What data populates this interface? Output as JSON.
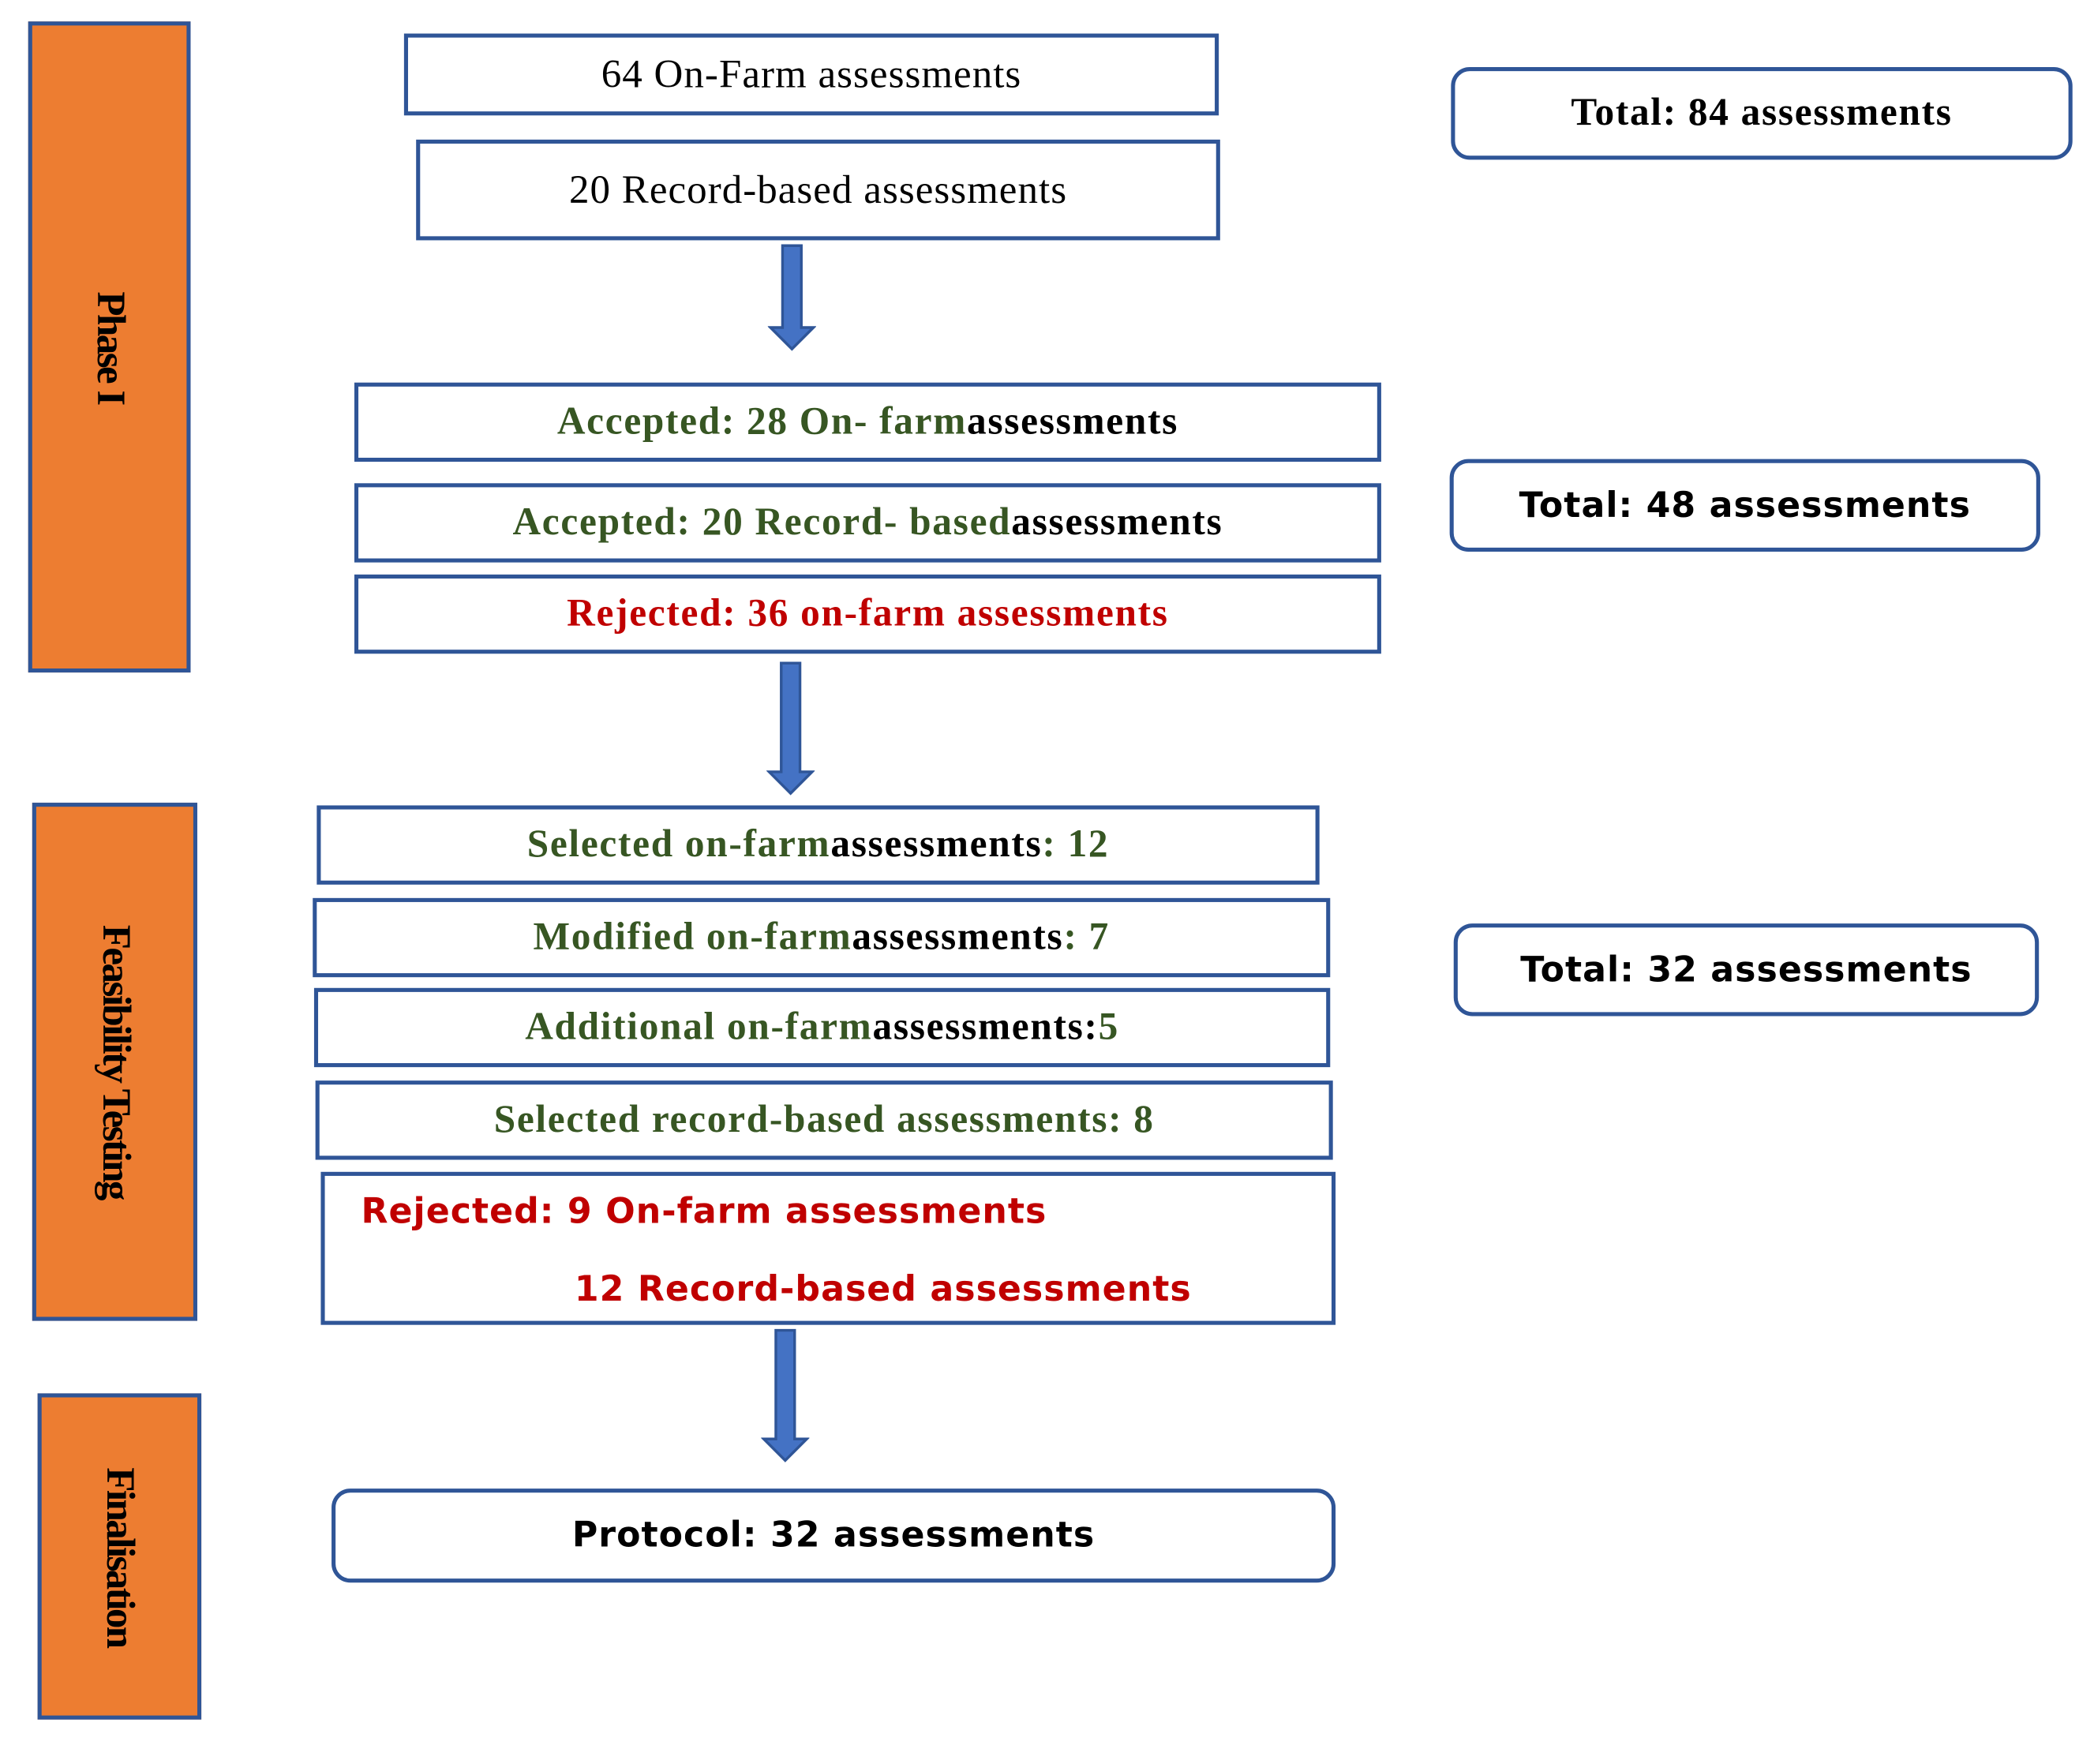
{
  "phases": {
    "phase1": "Phase I",
    "feasibility": "Feasibility Testing",
    "finalisation": "Finalisation"
  },
  "phase1": {
    "onfarm": "64 On-Farm assessments",
    "record": "20 Record-based assessments",
    "total": "Total: 84 assessments"
  },
  "accepted": {
    "onfarm_green": "Accepted: 28 On- farm",
    "onfarm_black": " assessments",
    "record_green": "Accepted: 20 Record- based",
    "record_black": " assessments",
    "rejected": "Rejected: 36 on-farm assessments",
    "total": "Total: 48 assessments"
  },
  "feasibility": {
    "selected_green": "Selected on-farm",
    "selected_black": " assessments",
    "selected_num": " : 12",
    "modified_green": "Modified on-farm",
    "modified_black": " assessments",
    "modified_num": " : 7",
    "additional_green": "Additional on-farm",
    "additional_black": " assessments:",
    "additional_num": " 5",
    "record_selected": "Selected record-based assessments: 8",
    "rejected_line1": "Rejected: 9 On-farm assessments",
    "rejected_line2": "12 Record-based  assessments",
    "total": "Total: 32 assessments"
  },
  "final": {
    "protocol": "Protocol: 32 assessments"
  },
  "colors": {
    "phase_fill": "#ED7D31",
    "border": "#2F5597",
    "arrow": "#4472C4",
    "accepted_text": "#375623",
    "rejected_text": "#C00000"
  },
  "icons": [
    "down-arrow-icon"
  ]
}
